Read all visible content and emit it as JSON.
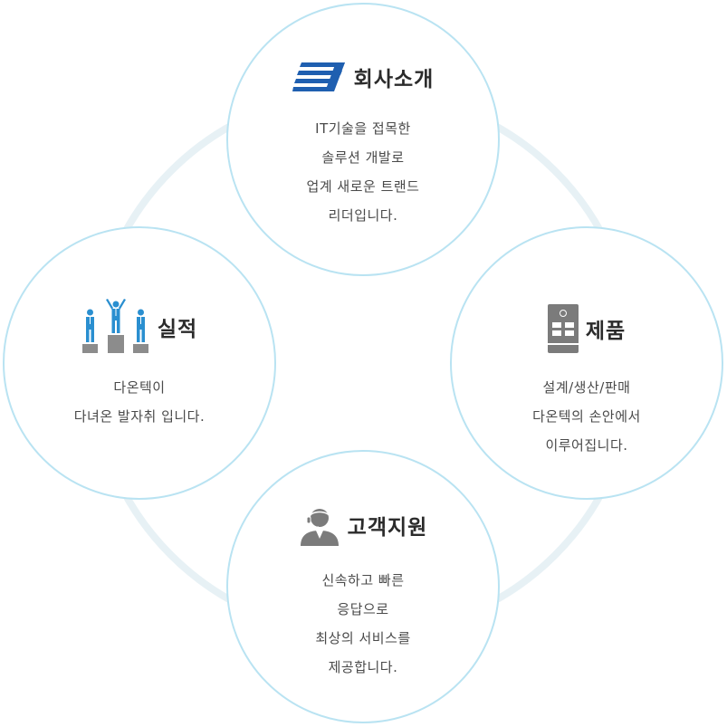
{
  "nodes": {
    "company": {
      "title": "회사소개",
      "lines": [
        "IT기술을 접목한",
        "솔루션 개발로",
        "업계 새로운 트랜드",
        "리더입니다."
      ],
      "icon": "company-logo-icon"
    },
    "results": {
      "title": "실적",
      "lines": [
        "다온텍이",
        "다녀온 발자취 입니다."
      ],
      "icon": "podium-icon"
    },
    "products": {
      "title": "제품",
      "lines": [
        "설계/생산/판매",
        "다온텍의 손안에서",
        "이루어집니다."
      ],
      "icon": "product-device-icon"
    },
    "support": {
      "title": "고객지원",
      "lines": [
        "신속하고 빠른",
        "응답으로",
        "최상의 서비스를",
        "제공합니다."
      ],
      "icon": "headset-agent-icon"
    }
  },
  "colors": {
    "ring": "#e7f1f5",
    "circle_border": "#b9e3f2",
    "logo_blue": "#1f5fb0",
    "figure_blue": "#2a8fd0",
    "icon_gray": "#7b7b7b"
  }
}
